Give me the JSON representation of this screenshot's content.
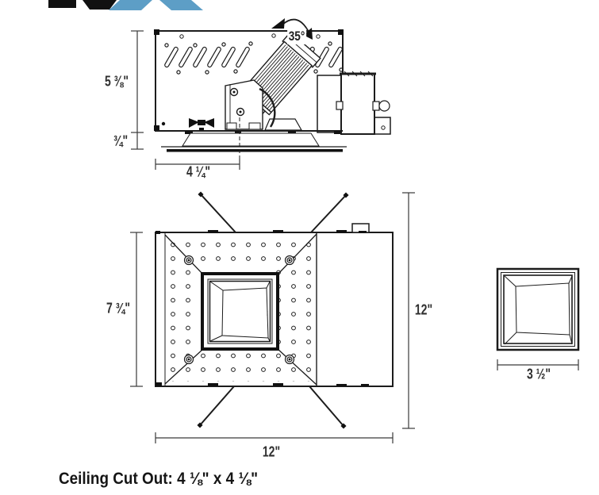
{
  "colors": {
    "line": "#1c1c1c",
    "dim_line": "#3a3a3a",
    "logo_black": "#111111",
    "logo_blue": "#5d9ec6",
    "background": "#ffffff"
  },
  "side_view": {
    "tilt": "35°",
    "height": "5 ⅜\"",
    "trim_height": "¾\"",
    "center_offset": "4 ¼\""
  },
  "plan_view": {
    "body_height": "7 ¾\"",
    "hanger_span": "12\"",
    "body_width": "12\""
  },
  "trim_detail": {
    "width": "3 ½\""
  },
  "caption": "Ceiling Cut Out: 4 ⅛\" x 4 ⅛\""
}
